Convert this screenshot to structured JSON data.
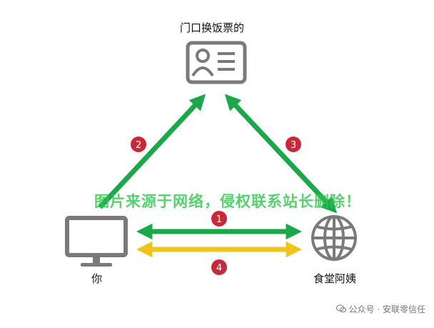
{
  "nodes": {
    "gate": {
      "label": "门口换饭票的",
      "icon": "id-card-icon"
    },
    "you": {
      "label": "你",
      "icon": "monitor-icon"
    },
    "auntie": {
      "label": "食堂阿姨",
      "icon": "globe-icon"
    }
  },
  "steps": [
    {
      "number": "1",
      "from": "you",
      "to": "auntie",
      "color": "#1aa84a",
      "bidirectional": true
    },
    {
      "number": "2",
      "from": "you",
      "to": "gate",
      "color": "#1aa84a"
    },
    {
      "number": "3",
      "from": "auntie",
      "to": "gate",
      "color": "#1aa84a",
      "bidirectional": true
    },
    {
      "number": "4",
      "from": "you",
      "to": "auntie",
      "color": "#f0c419",
      "bidirectional": true
    }
  ],
  "colors": {
    "arrow_green": "#1aa84a",
    "arrow_yellow": "#f0c419",
    "badge_red": "#c8283a",
    "icon_gray": "#7a7a7a"
  },
  "watermark": "图片来源于网络，侵权联系站长删除！",
  "footer": "公众号 · 安联零信任"
}
